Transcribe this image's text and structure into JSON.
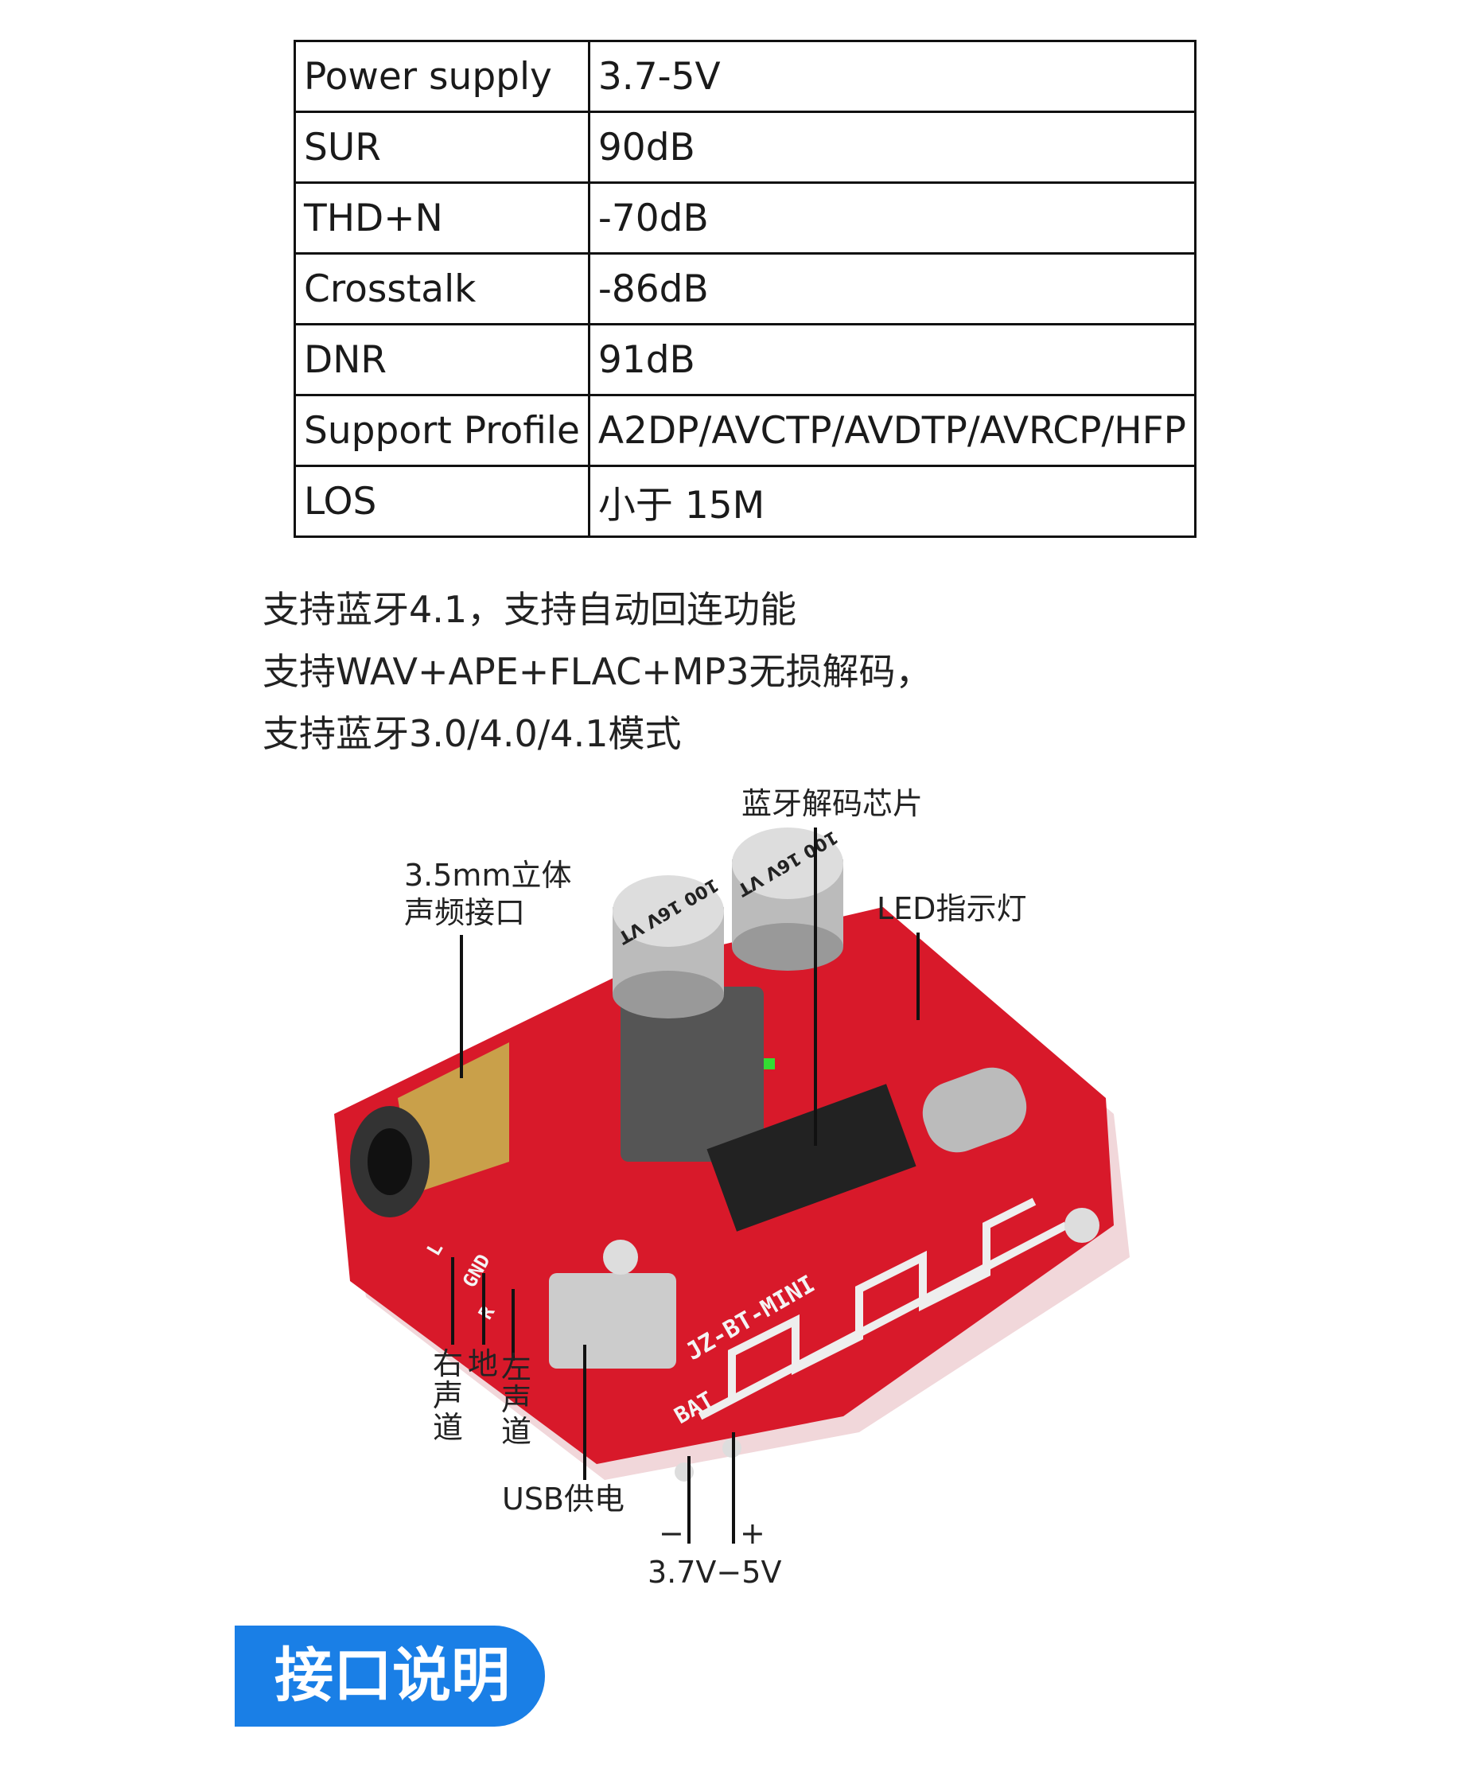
{
  "spec_table": {
    "rows": [
      {
        "label": "Power supply",
        "value": "3.7-5V"
      },
      {
        "label": "SUR",
        "value": "90dB"
      },
      {
        "label": "THD+N",
        "value": "-70dB"
      },
      {
        "label": "Crosstalk",
        "value": "-86dB"
      },
      {
        "label": "DNR",
        "value": "91dB"
      },
      {
        "label": "Support Profile",
        "value": "A2DP/AVCTP/AVDTP/AVRCP/HFP"
      },
      {
        "label": "LOS",
        "value": "小于 15M"
      }
    ]
  },
  "features": [
    "支持蓝牙4.1，支持自动回连功能",
    "支持WAV+APE+FLAC+MP3无损解码，",
    "支持蓝牙3.0/4.0/4.1模式"
  ],
  "diagram": {
    "chip_label": "蓝牙解码芯片",
    "jack_label_1": "3.5mm立体",
    "jack_label_2": "声频接口",
    "led_label": "LED指示灯",
    "right_channel": "右声道",
    "ground": "地",
    "left_channel": "左声道",
    "usb_label": "USB供电",
    "minus": "−",
    "plus": "+",
    "voltage": "3.7V−5V",
    "board_silk": "JZ-BT-MINI",
    "bat_silk": "BAT",
    "cap_marking": "100 16V VT",
    "pad_l": "L",
    "pad_gnd": "GND",
    "pad_r": "R"
  },
  "section_badge": "接口说明",
  "colors": {
    "badge": "#1a7fe6",
    "pcb": "#d8192a"
  }
}
